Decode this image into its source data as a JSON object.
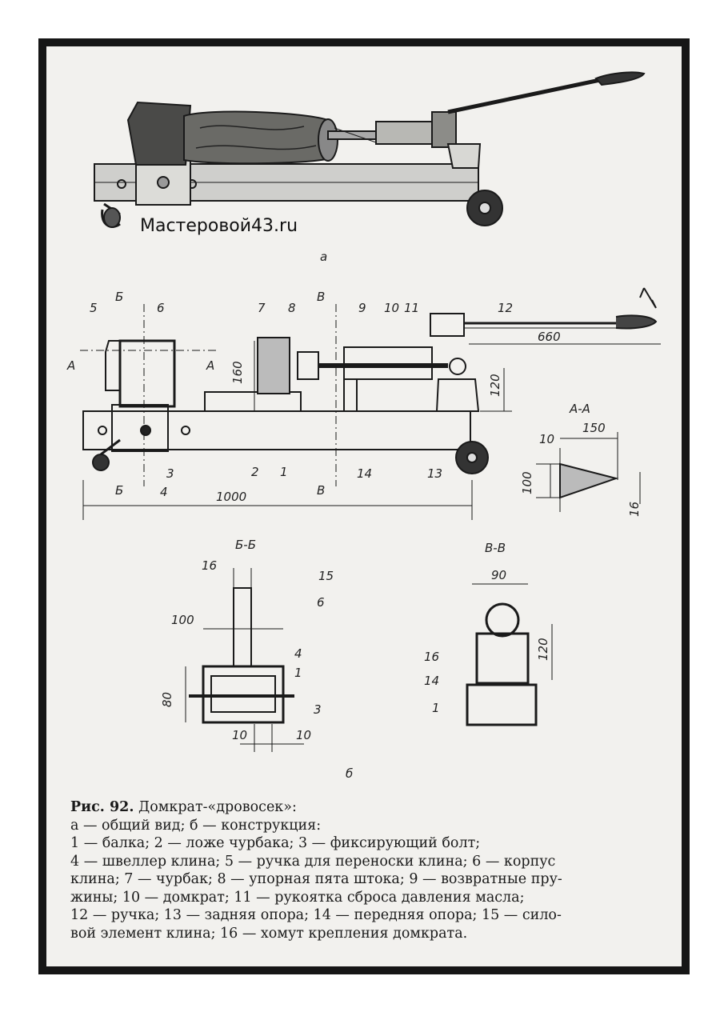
{
  "watermark": "Мастеровой43.ru",
  "subfig_a": "а",
  "subfig_b": "б",
  "part_numbers": [
    "1",
    "2",
    "3",
    "4",
    "5",
    "6",
    "7",
    "8",
    "9",
    "10",
    "11",
    "12",
    "13",
    "14",
    "15",
    "16"
  ],
  "section_marks": {
    "b": "Б",
    "v": "В",
    "a": "А"
  },
  "section_titles": {
    "aa": "А-А",
    "bb": "Б-Б",
    "vv": "В-В"
  },
  "dimensions": {
    "length_total": "1000",
    "handle": "660",
    "log_bed_height": "160",
    "rear_support": "120",
    "aa_width": "150",
    "aa_tip": "10",
    "aa_height": "100",
    "aa_thickness": "16",
    "bb_top": "16",
    "bb_width": "100",
    "bb_height": "80",
    "bb_left": "10",
    "bb_right": "10",
    "vv_width": "90",
    "vv_height": "120"
  },
  "caption": {
    "figure": "Рис. 92.",
    "title": " Домкрат-«дровосек»:",
    "lines": [
      "а — общий вид; б — конструкция:",
      "1 — балка;   2 — ложе чурбака;   3 — фиксирующий болт;",
      "4 — швеллер клина; 5 — ручка для переноски клина; 6 — корпус",
      "клина; 7 — чурбак; 8 — упорная пята штока; 9 — возвратные пру-",
      "жины;  10 — домкрат;  11 — рукоятка сброса давления масла;",
      "12 — ручка; 13 — задняя опора; 14 — передняя опора; 15 — сило-",
      "вой элемент клина; 16 — хомут крепления домкрата."
    ]
  }
}
